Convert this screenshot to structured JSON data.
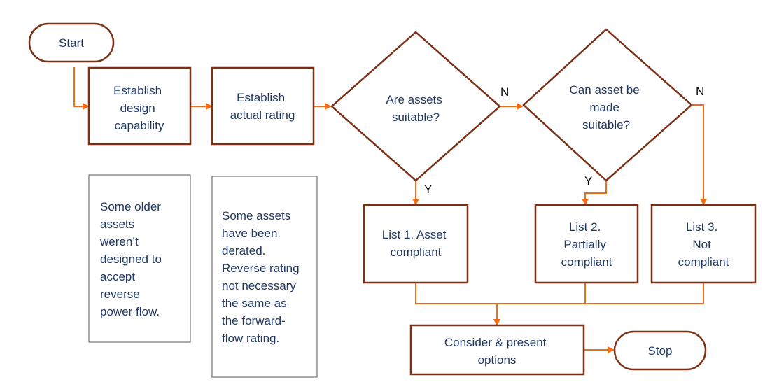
{
  "colors": {
    "box_border": "#7b2f14",
    "arrow": "#ef6c1a",
    "text": "#1f3864",
    "note_border": "#595959"
  },
  "nodes": {
    "start": "Start",
    "design": [
      "Establish",
      "design",
      "capability"
    ],
    "actual": [
      "Establish",
      "actual rating"
    ],
    "suitable": [
      "Are assets",
      "suitable?"
    ],
    "made_suitable": [
      "Can asset be",
      "made",
      "suitable?"
    ],
    "list1": [
      "List 1. Asset",
      "compliant"
    ],
    "list2": [
      "List 2.",
      "Partially",
      "compliant"
    ],
    "list3": [
      "List 3.",
      "Not",
      "compliant"
    ],
    "consider": [
      "Consider & present",
      "options"
    ],
    "stop": "Stop"
  },
  "edge_labels": {
    "suitable_no": "N",
    "suitable_yes": "Y",
    "made_no": "N",
    "made_yes": "Y"
  },
  "notes": {
    "note1": [
      "Some older",
      "assets",
      "weren’t",
      "designed to",
      "accept",
      "reverse",
      "power flow."
    ],
    "note2": [
      "Some assets",
      "have been",
      "derated.",
      "Reverse rating",
      "not necessary",
      "the same as",
      "the forward-",
      "flow rating."
    ]
  }
}
